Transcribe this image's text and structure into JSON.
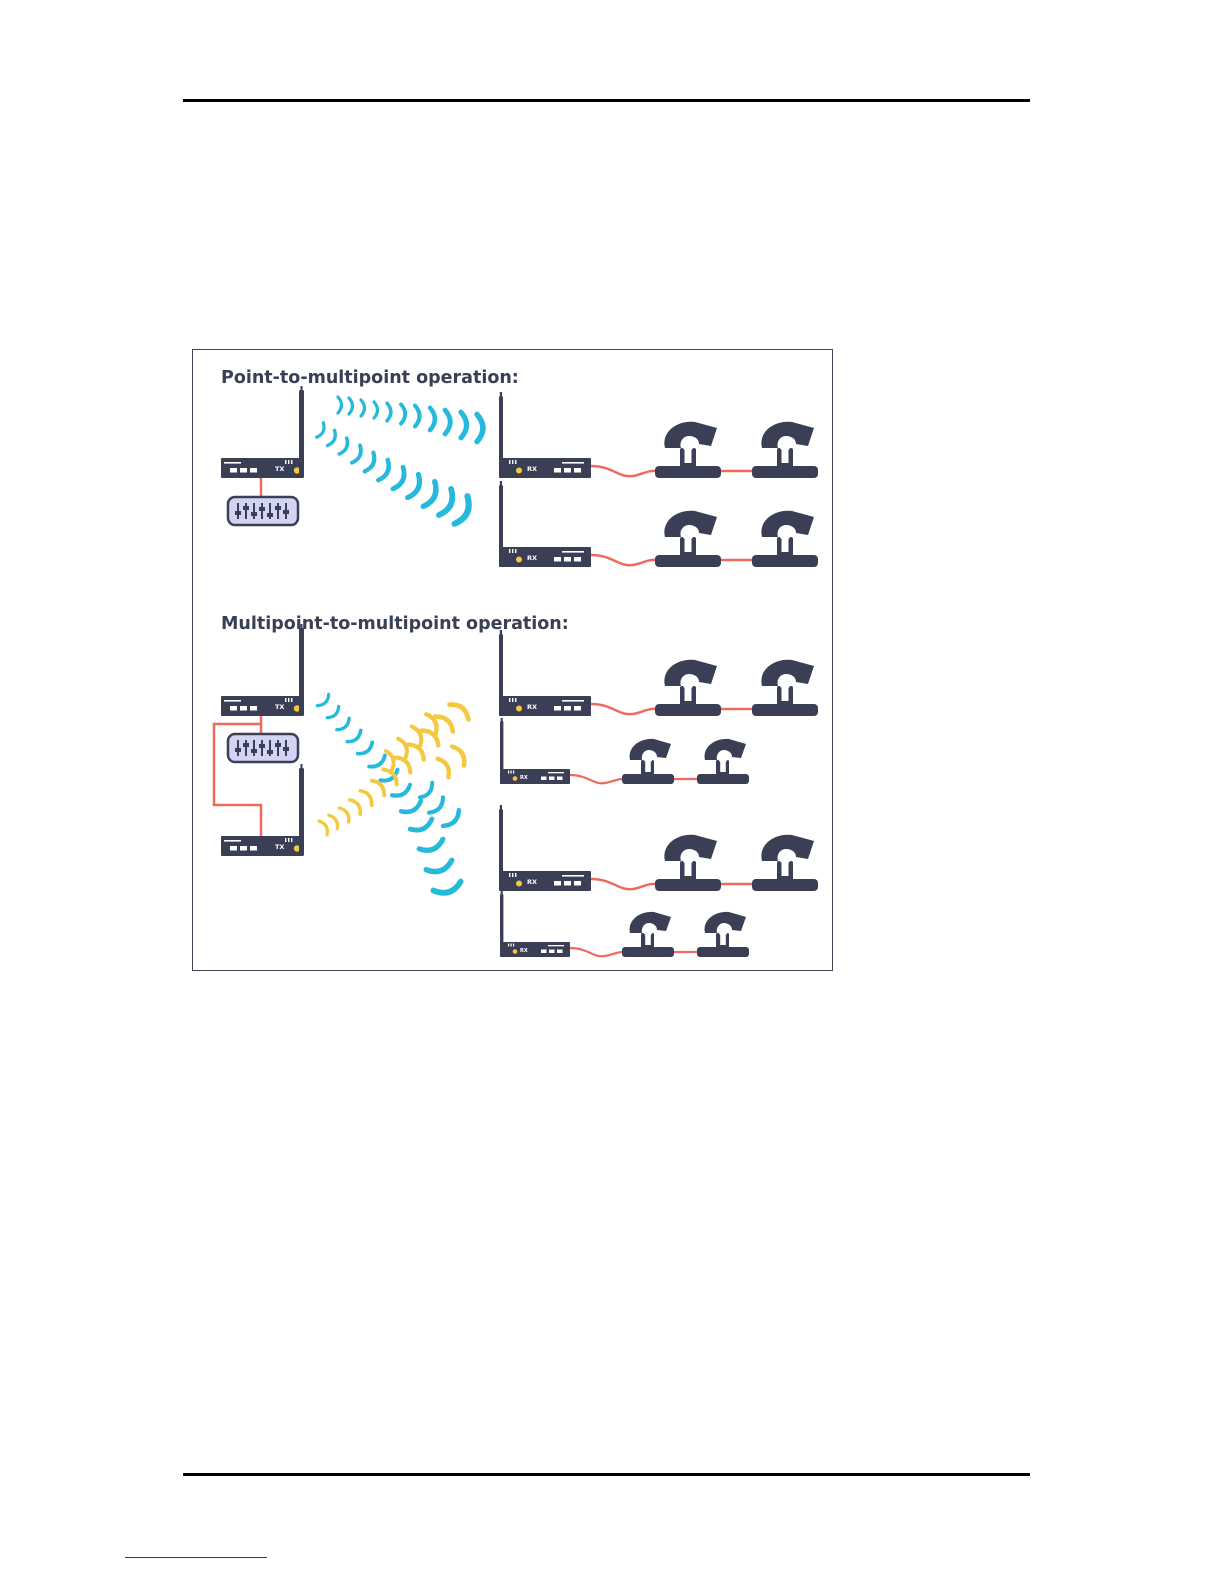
{
  "diagram": {
    "sections": [
      {
        "title": "Point-to-multipoint operation:"
      },
      {
        "title": "Multipoint-to-multipoint operation:"
      }
    ],
    "device_labels": {
      "transmitter": "TX",
      "receiver": "RX"
    },
    "colors": {
      "device": "#3a3f55",
      "cable": "#ef6a5e",
      "signal_primary": "#27b9dc",
      "signal_secondary": "#f5c842",
      "console_fill": "#d3d3f3"
    },
    "icons": [
      "antenna-icon",
      "transmitter-icon",
      "receiver-icon",
      "lighting-console-icon",
      "moving-head-light-icon",
      "radio-wave-icon"
    ]
  }
}
